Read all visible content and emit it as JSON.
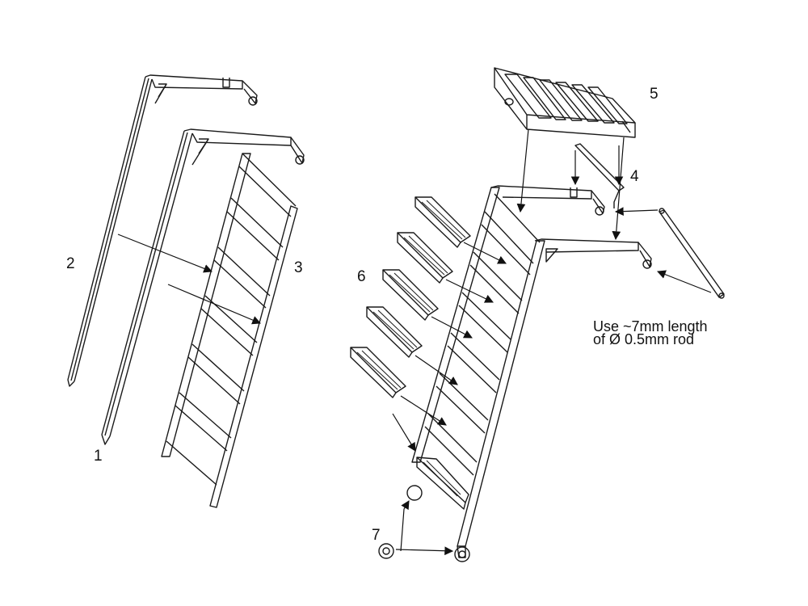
{
  "labels": {
    "part_1": "1",
    "part_2": "2",
    "part_3": "3",
    "part_4": "4",
    "part_5": "5",
    "part_6": "6",
    "part_7": "7"
  },
  "note": {
    "line1": "Use ~7mm length",
    "line2": "of Ø 0.5mm rod"
  },
  "colors": {
    "stroke": "#1a1a1a",
    "background": "#ffffff"
  }
}
